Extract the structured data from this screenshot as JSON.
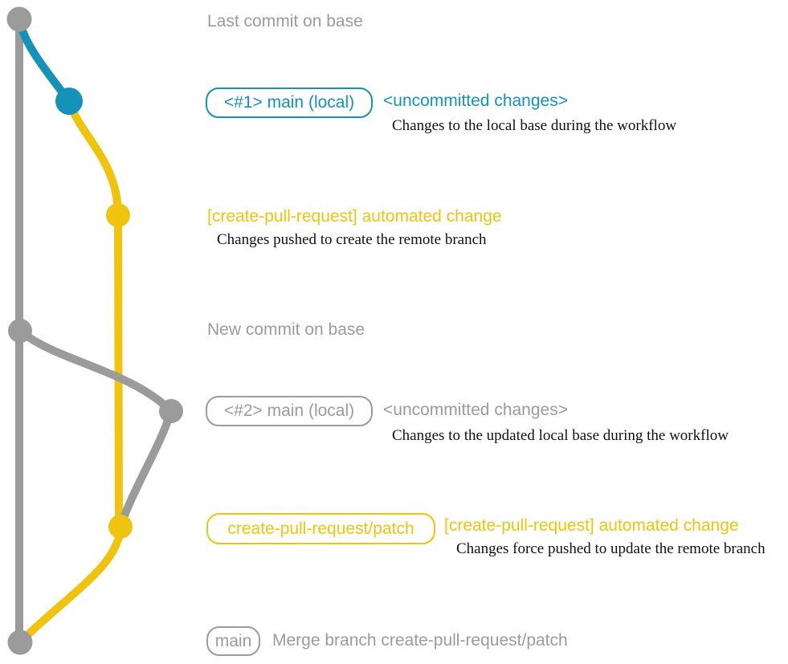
{
  "colors": {
    "base_gray": "#9B9B9B",
    "local_blue": "#1492B8",
    "branch_yellow": "#F0C30E",
    "description_ink": "#111111",
    "background": "#FFFFFF"
  },
  "graph": {
    "branches": [
      {
        "name": "base",
        "color": "#9B9B9B"
      },
      {
        "name": "main-local",
        "color": "#1492B8"
      },
      {
        "name": "create-pull-request/patch",
        "color": "#F0C30E"
      }
    ],
    "nodes": [
      {
        "id": "last-commit-on-base",
        "color": "#9B9B9B"
      },
      {
        "id": "local-main-commit-1",
        "color": "#1492B8"
      },
      {
        "id": "automated-change-commit-1",
        "color": "#F0C30E"
      },
      {
        "id": "new-commit-on-base",
        "color": "#9B9B9B"
      },
      {
        "id": "local-main-commit-2",
        "color": "#9B9B9B"
      },
      {
        "id": "automated-change-commit-2",
        "color": "#F0C30E"
      },
      {
        "id": "merge-commit",
        "color": "#9B9B9B"
      }
    ]
  },
  "rows": {
    "last_commit": {
      "title": "Last commit on base"
    },
    "local_main_1": {
      "branch_label": "<#1> main (local)",
      "status": "<uncommitted changes>",
      "description": "Changes to the local base during the workflow"
    },
    "automated_change_1": {
      "title": "[create-pull-request] automated change",
      "description": "Changes pushed to create the remote branch"
    },
    "new_commit": {
      "title": "New commit on base"
    },
    "local_main_2": {
      "branch_label": "<#2> main (local)",
      "status": "<uncommitted changes>",
      "description": "Changes to the updated local base during the workflow"
    },
    "automated_change_2": {
      "branch_label": "create-pull-request/patch",
      "title": "[create-pull-request] automated change",
      "description": "Changes force pushed to update the remote branch"
    },
    "merge": {
      "branch_label": "main",
      "title": "Merge branch create-pull-request/patch"
    }
  }
}
